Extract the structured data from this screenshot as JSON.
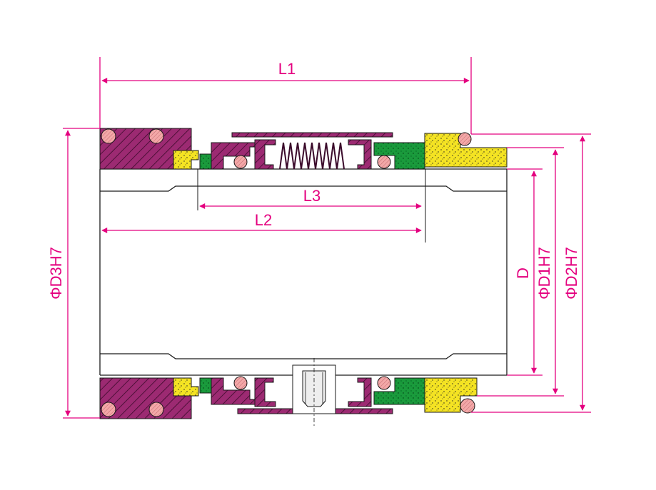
{
  "labels": {
    "l1": "L1",
    "l2": "L2",
    "l3": "L3",
    "d": "D",
    "d1": "ΦD1H7",
    "d2": "ΦD2H7",
    "d3": "ΦD3H7"
  },
  "colors": {
    "dimension": "#e4007f",
    "outline": "#1a1a1a",
    "metal_part": "#9c2a72",
    "oring": "#f3a8a8",
    "yellow_face": "#f4e323",
    "green_face": "#1a9a3c"
  }
}
